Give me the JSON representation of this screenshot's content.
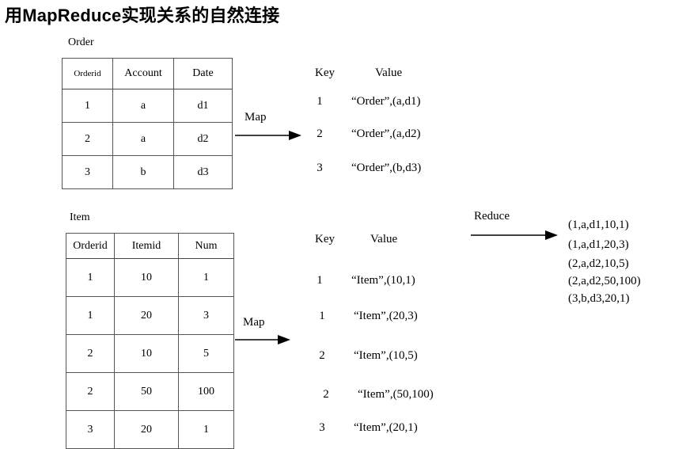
{
  "slide": {
    "title_prefix": "用",
    "title_latin": "MapReduce",
    "title_suffix": "实现关系的自然连接",
    "title_full": "用MapReduce实现关系的自然连接"
  },
  "order_table": {
    "caption": "Order",
    "headers": [
      "Orderid",
      "Account",
      "Date"
    ],
    "rows": [
      [
        "1",
        "a",
        "d1"
      ],
      [
        "2",
        "a",
        "d2"
      ],
      [
        "3",
        "b",
        "d3"
      ]
    ]
  },
  "item_table": {
    "caption": "Item",
    "headers": [
      "Orderid",
      "Itemid",
      "Num"
    ],
    "rows": [
      [
        "1",
        "10",
        "1"
      ],
      [
        "1",
        "20",
        "3"
      ],
      [
        "2",
        "10",
        "5"
      ],
      [
        "2",
        "50",
        "100"
      ],
      [
        "3",
        "20",
        "1"
      ]
    ]
  },
  "arrows": {
    "map_top": "Map",
    "map_bottom": "Map",
    "reduce": "Reduce"
  },
  "order_kv": {
    "header_key": "Key",
    "header_value": "Value",
    "rows": [
      {
        "key": "1",
        "tag": "“Order”",
        "tuple": ",(a,d1)"
      },
      {
        "key": "2",
        "tag": "“Order”",
        "tuple": ",(a,d2)"
      },
      {
        "key": "3",
        "tag": "“Order”",
        "tuple": ",(b,d3)"
      }
    ]
  },
  "item_kv": {
    "header_key": "Key",
    "header_value": "Value",
    "rows": [
      {
        "key": "1",
        "tag": "“Item”",
        "tuple": ",(10,1)"
      },
      {
        "key": "1",
        "tag": "“Item”",
        "tuple": ",(20,3)"
      },
      {
        "key": "2",
        "tag": "“Item”",
        "tuple": ",(10,5)"
      },
      {
        "key": "2",
        "tag": "“Item”",
        "tuple": ",(50,100)"
      },
      {
        "key": "3",
        "tag": "“Item”",
        "tuple": ",(20,1)"
      }
    ]
  },
  "reduce_output": {
    "rows": [
      "(1,a,d1,10,1)",
      "(1,a,d1,20,3)",
      "(2,a,d2,10,5)",
      "(2,a,d2,50,100)",
      "(3,b,d3,20,1)"
    ]
  },
  "colors": {
    "background": "#ffffff",
    "text": "#000000",
    "table_border": "#555555"
  }
}
